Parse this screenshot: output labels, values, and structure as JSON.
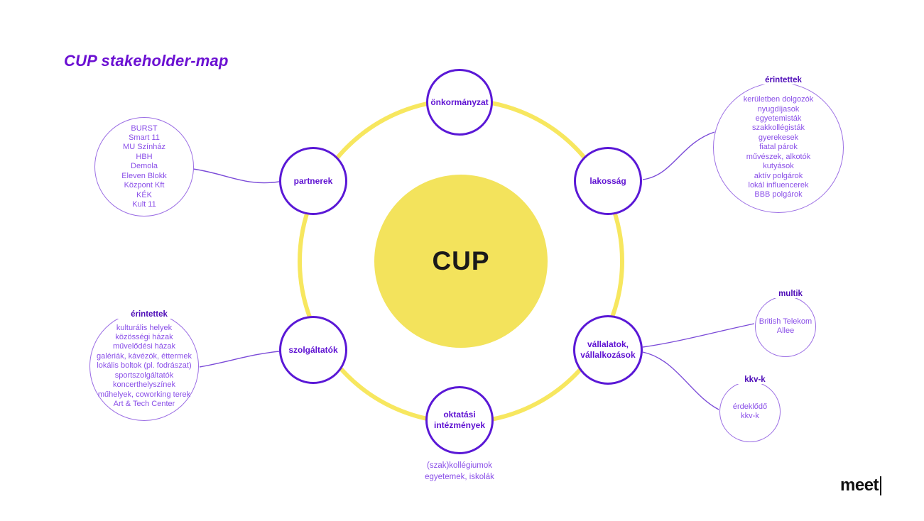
{
  "title": "CUP stakeholder-map",
  "center": {
    "label": "CUP"
  },
  "logo": {
    "text": "meet",
    "cursor": "|"
  },
  "nodes": {
    "onkormanyzat": {
      "label": "önkormányzat"
    },
    "lakossag": {
      "label": "lakosság"
    },
    "vallalatok": {
      "label": "vállalatok, vállalkozások"
    },
    "oktatasi": {
      "label": "oktatási intézmények"
    },
    "szolgaltatok": {
      "label": "szolgáltatók"
    },
    "partnerek": {
      "label": "partnerek"
    }
  },
  "satellites": {
    "partners_list": {
      "items": [
        "BURST",
        "Smart 11",
        "MU Színház",
        "HBH",
        "Demola",
        "Eleven Blokk",
        "Központ Kft",
        "KÉK",
        "Kult 11"
      ]
    },
    "lakossag_erintettek": {
      "label": "érintettek",
      "items": [
        "kerületben dolgozók",
        "nyugdíjasok",
        "egyetemisták",
        "szakkollégisták",
        "gyerekesek",
        "fiatal párok",
        "művészek, alkotók",
        "kutyások",
        "aktív polgárok",
        "lokál influencerek",
        "BBB polgárok"
      ]
    },
    "multik": {
      "label": "multik",
      "items": [
        "British Telekom",
        "Allee"
      ]
    },
    "kkvk": {
      "label": "kkv-k",
      "items": [
        "érdeklődő",
        "kkv-k"
      ]
    },
    "szolgaltatok_erintettek": {
      "label": "érintettek",
      "items": [
        "kulturális helyek",
        "közösségi házak",
        "művelődési házak",
        "galériák, kávézók, éttermek",
        "lokális boltok (pl. fodrászat)",
        "sportszolgáltatók",
        "koncerthelyszínek",
        "műhelyek, coworking terek",
        "Art & Tech Center"
      ]
    },
    "oktatasi_list": {
      "items": [
        "(szak)kollégiumok",
        "egyetemek, iskolák"
      ]
    }
  },
  "colors": {
    "title-purple": "#6b10d2",
    "node-border": "#5a18d6",
    "node-text": "#5e11d2",
    "satellite-stroke": "#9c6fe4",
    "satellite-text": "#8a4fe8",
    "label-dark": "#4e0cb8",
    "connector": "#7b4bd8",
    "ring-yellow": "#f7e75f",
    "center-yellow": "#f3e35c",
    "center-text": "#1a1a1a",
    "logo-black": "#111111"
  }
}
